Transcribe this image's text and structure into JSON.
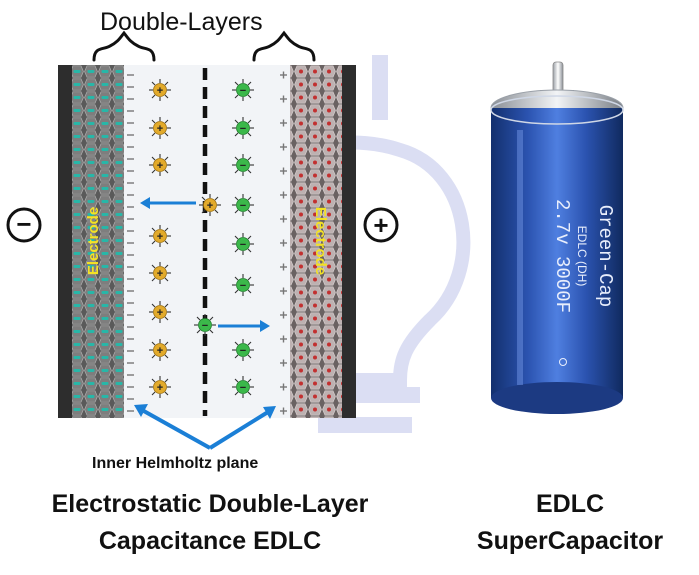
{
  "diagram": {
    "title": "Double-Layers",
    "electrode_left_label": "Electrode",
    "electrode_right_label": "Electrode",
    "negative_terminal": "−",
    "positive_terminal": "+",
    "cation_symbol": "+",
    "anion_symbol": "−",
    "annotation": "Inner Helmholtz plane",
    "caption_line1": "Electrostatic Double-Layer",
    "caption_line2": "Capacitance EDLC"
  },
  "product": {
    "brand": "Green-Cap",
    "series": "EDLC (DH)",
    "rating": "2.7v 3000F",
    "caption_line1": "EDLC",
    "caption_line2": "SuperCapacitor"
  },
  "colors": {
    "electrode_fill": "#3e3e3e",
    "left_hex": "#8a8a8a",
    "left_dot": "#27b7a8",
    "right_hex": "#c0b4b4",
    "right_dot": "#c23030",
    "cation": "#e2aa2b",
    "anion": "#3bb84a",
    "arrow": "#1b7fd6",
    "electrode_text": "#f4e224",
    "capacitor_blue": "#2a4fa8",
    "watermark": "#cfd3ef"
  }
}
